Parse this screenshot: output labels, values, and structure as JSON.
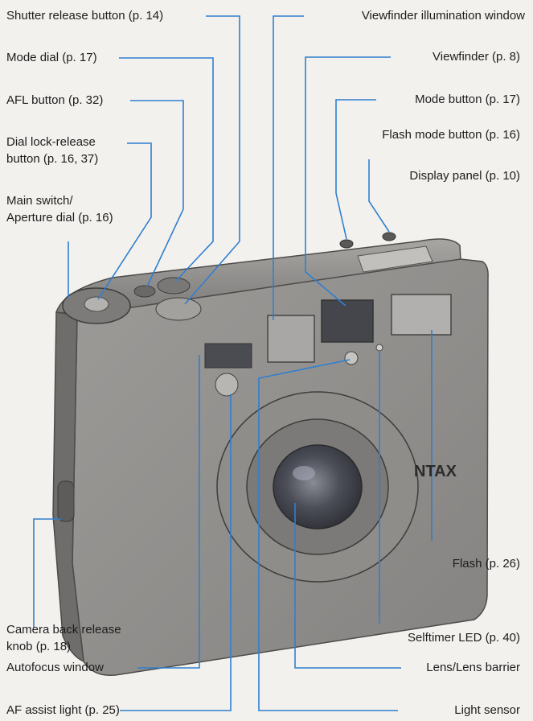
{
  "colors": {
    "leader": "#2f7fd0",
    "body": "#8e8c8a",
    "body_dark": "#5e5c5a",
    "text": "#1d1d1d",
    "background": "#f3f1ee"
  },
  "labels": {
    "shutter": "Shutter release button (p. 14)",
    "mode_dial": "Mode dial (p. 17)",
    "afl": "AFL button (p. 32)",
    "dial_lock_1": "Dial lock-release",
    "dial_lock_2": "button (p. 16, 37)",
    "main_switch_1": "Main switch/",
    "main_switch_2": "Aperture dial (p. 16)",
    "vf_illum": "Viewfinder illumination window",
    "viewfinder": "Viewfinder (p. 8)",
    "mode_button": "Mode button (p. 17)",
    "flash_mode": "Flash mode button (p. 16)",
    "display_panel": "Display panel (p. 10)",
    "flash": "Flash (p. 26)",
    "back_release_1": "Camera back release",
    "back_release_2": "knob (p. 18)",
    "selftimer": "Selftimer LED (p. 40)",
    "af_window": "Autofocus window",
    "lens_barrier": "Lens/Lens barrier",
    "af_assist": "AF assist light (p. 25)",
    "light_sensor": "Light sensor"
  },
  "brand_mark": "NTAX"
}
